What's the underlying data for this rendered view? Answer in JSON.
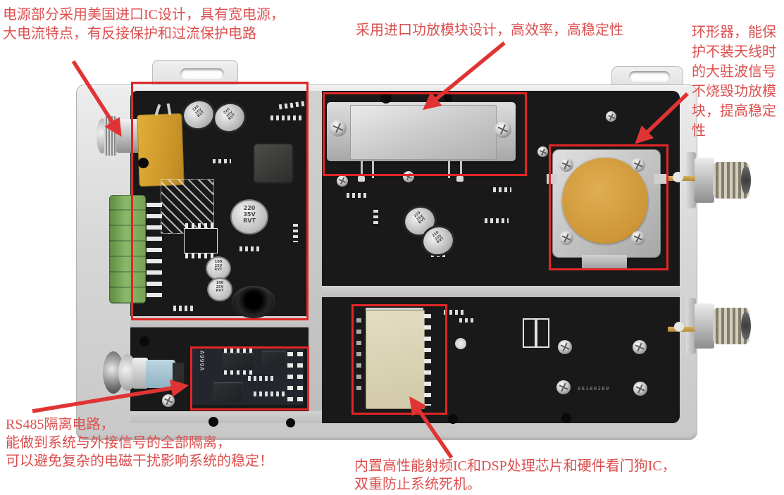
{
  "annotations": {
    "power": {
      "lines": [
        "电源部分采用美国进口IC设计，具有宽电源，",
        "大电流特点，有反接保护和过流保护电路"
      ]
    },
    "amplifier": {
      "lines": [
        "采用进口功放模块设计，高效率，高稳定性"
      ]
    },
    "circulator": {
      "lines": [
        "环形器，能保",
        "护不装天线时",
        "的大驻波信号",
        "不烧毁功放模",
        "块，提高稳定",
        "性"
      ]
    },
    "rs485": {
      "lines": [
        "RS485隔离电路，",
        "能做到系统与外接信号的全部隔离，",
        "可以避免复杂的电磁干扰影响系统的稳定！"
      ]
    },
    "dsp": {
      "lines": [
        "内置高性能射频IC和DSP处理芯片和硬件看门狗IC，",
        "双重防止系统死机。"
      ]
    }
  },
  "board": {
    "serial": "06180280",
    "labels": {
      "cap_large": [
        "220",
        "35V",
        "RVT"
      ],
      "cap_small": [
        "100",
        "25V",
        "RVT"
      ],
      "iso_chip": "A999A"
    },
    "colors": {
      "annotation_red": "#dd4f4f",
      "highlight_red": "#e12626",
      "pcb_black": "#191919",
      "plate_gray": "#d9d9d9",
      "circulator_gold": "#cd9636",
      "terminal_green": "#7fae5f",
      "capacitor_yellow": "#d8a333"
    }
  }
}
